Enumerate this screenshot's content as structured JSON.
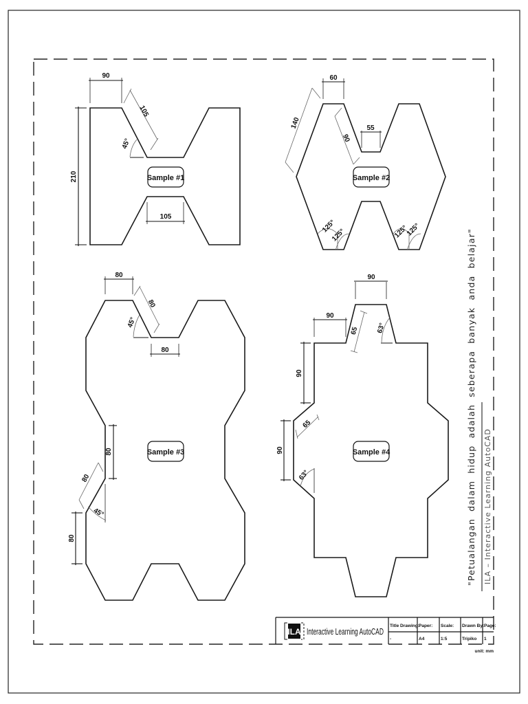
{
  "drawing": {
    "samples": [
      {
        "label": "Sample #1",
        "dims": {
          "top_width": "90",
          "slant": "105",
          "angle": "45°",
          "height": "210",
          "neck_width": "105"
        }
      },
      {
        "label": "Sample #2",
        "dims": {
          "top_width": "60",
          "outer_slant": "140",
          "inner_slant": "90",
          "notch_width": "55",
          "angle_a": "125°",
          "angle_b": "125°",
          "angle_c": "125°",
          "angle_d": "125°"
        }
      },
      {
        "label": "Sample #3",
        "dims": {
          "top_width": "80",
          "slant": "80",
          "angle": "45°",
          "notch_width": "80",
          "side_height": "80",
          "side_slant": "80",
          "side_angle": "45°",
          "lower_height": "80"
        }
      },
      {
        "label": "Sample #4",
        "dims": {
          "tab_width": "90",
          "shoulder_width": "90",
          "tab_slant": "65",
          "tab_angle": "63°",
          "upper_height": "90",
          "side_slant": "65",
          "side_height": "90",
          "side_angle": "63°"
        }
      }
    ]
  },
  "side_text": {
    "quote": "\"Petualangan dalam hidup adalah seberapa banyak anda belajar\"",
    "brand": "ILA – Interactive Learning AutoCAD"
  },
  "title_block": {
    "logo": "ILA",
    "company": "Interactive Learning AutoCAD",
    "fields": [
      {
        "header": "Title Drawing:",
        "value": "-"
      },
      {
        "header": "Paper:",
        "value": "A4"
      },
      {
        "header": "Scale:",
        "value": "1:5"
      },
      {
        "header": "Drawn By:",
        "value": "Tripiko"
      },
      {
        "header": "Page:",
        "value": "1"
      }
    ],
    "unit": "unit: mm"
  }
}
